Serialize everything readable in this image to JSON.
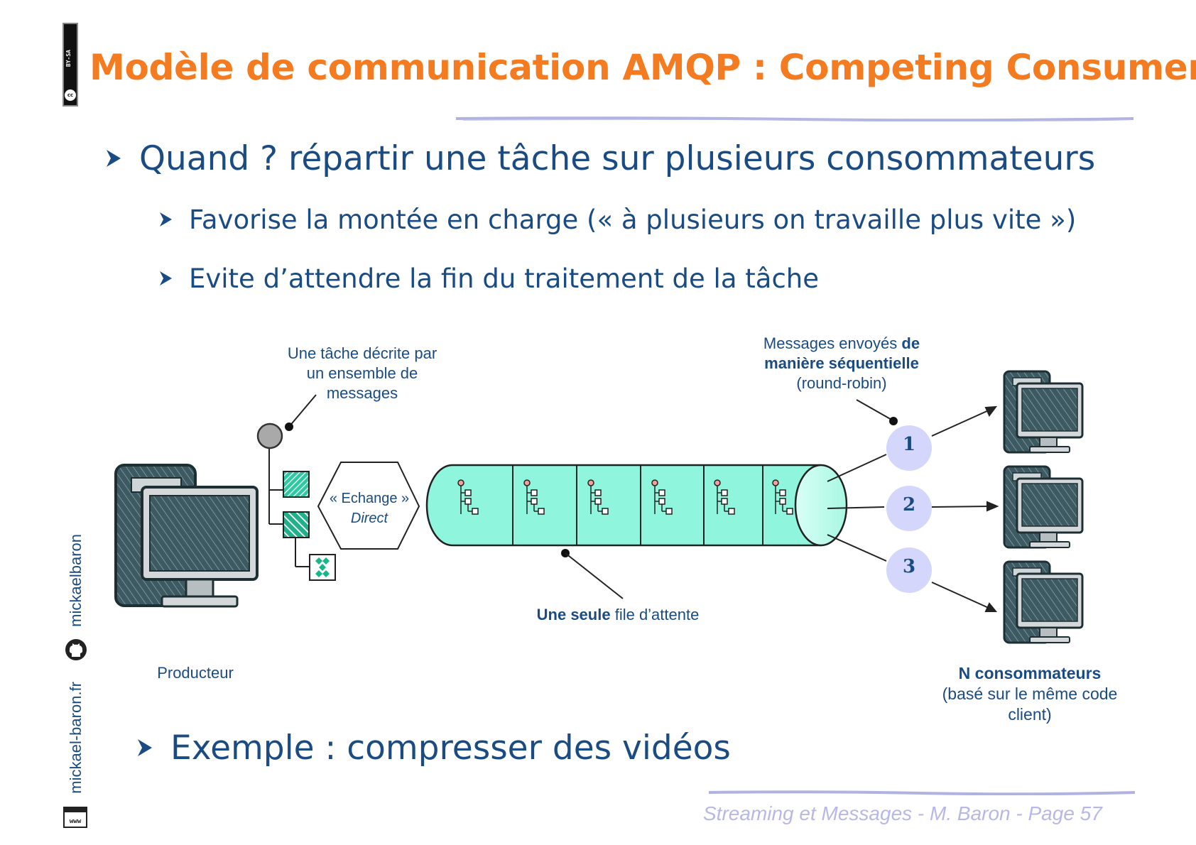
{
  "header": {
    "title": "Modèle de communication AMQP : Competing Consumers",
    "license_badge": "BY-SA",
    "license_cc": "cc",
    "accent_color": "#f47b20"
  },
  "bullets": {
    "when": "Quand ? répartir une tâche sur plusieurs consommateurs",
    "favorise": "Favorise la montée en charge (« à plusieurs on travaille plus vite »)",
    "evite": "Evite d’attendre la fin du traitement de la tâche",
    "exemple": "Exemple : compresser des vidéos"
  },
  "side": {
    "github": "mickaelbaron",
    "website": "mickael-baron.fr",
    "github_icon": "github-icon",
    "web_icon": "browser-window-icon"
  },
  "diagram": {
    "task_note_line1": "Une tâche décrite par",
    "task_note_line2": "un ensemble de",
    "task_note_line3": "messages",
    "exchange_line1": "« Echange »",
    "exchange_line2": "Direct",
    "sequential_line1_normal": "Messages envoyés",
    "sequential_line1_bold": "de",
    "sequential_line2": "manière séquentielle",
    "sequential_line3": "(round-robin)",
    "queue_note_bold": "Une seule",
    "queue_note_normal": "file d’attente",
    "producer_label": "Producteur",
    "consumers_bold": "N consommateurs",
    "consumers_line2": "(basé sur le même code",
    "consumers_line3": "client)",
    "round_numbers": [
      "1",
      "2",
      "3"
    ],
    "queue_color": "#8ff5dd",
    "circle_color": "#d4d6fb",
    "monitor_color": "#3d5a63"
  },
  "footer": {
    "text": "Streaming et Messages - M. Baron - Page  57"
  }
}
